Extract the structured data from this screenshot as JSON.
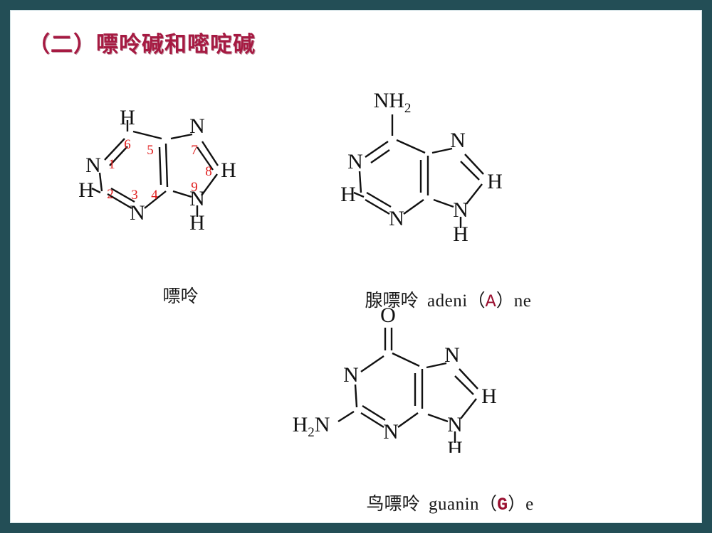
{
  "slide": {
    "title": "（二）嘌呤碱和嘧啶碱",
    "frame_color": "#234e56",
    "title_color": "#a61a42",
    "number_color": "#e01b1b",
    "code_color": "#9a1030"
  },
  "structures": [
    {
      "id": "purine",
      "name": "purine-structure",
      "caption_cn": "嘌呤",
      "caption_en": "",
      "code": "",
      "atom_labels": [
        "H",
        "N",
        "H",
        "N",
        "N",
        "H",
        "N",
        "H",
        "H"
      ],
      "ring_numbers": [
        "1",
        "2",
        "3",
        "4",
        "5",
        "6",
        "7",
        "8",
        "9"
      ]
    },
    {
      "id": "adenine",
      "name": "adenine-structure",
      "caption_cn": "腺嘌呤",
      "caption_en": "adeni",
      "caption_en_tail": "ne",
      "code": "A",
      "atom_labels": [
        "NH",
        "2",
        "N",
        "H",
        "N",
        "N",
        "H",
        "N",
        "H"
      ]
    },
    {
      "id": "guanine",
      "name": "guanine-structure",
      "caption_cn": "鸟嘌呤",
      "caption_en": "guanin",
      "caption_en_tail": "e",
      "code": "G",
      "atom_labels": [
        "O",
        "N",
        "H",
        "2",
        "N",
        "N",
        "N",
        "H",
        "H"
      ]
    }
  ],
  "captions": {
    "purine": "嘌呤",
    "adenine_cn": "腺嘌呤",
    "adenine_en": "adeni",
    "adenine_open": "（",
    "adenine_code": "A",
    "adenine_close": "）",
    "adenine_tail": "ne",
    "guanine_cn": "鸟嘌呤",
    "guanine_en": "guanin",
    "guanine_open": "（",
    "guanine_code": "G",
    "guanine_close": "）",
    "guanine_tail": "e"
  },
  "chem_labels": {
    "H": "H",
    "N": "N",
    "O": "O",
    "NH2": "NH",
    "NH2_sub": "2",
    "H2N_h": "H",
    "H2N_sub": "2",
    "H2N_n": "N",
    "n1": "1",
    "n2": "2",
    "n3": "3",
    "n4": "4",
    "n5": "5",
    "n6": "6",
    "n7": "7",
    "n8": "8",
    "n9": "9"
  }
}
